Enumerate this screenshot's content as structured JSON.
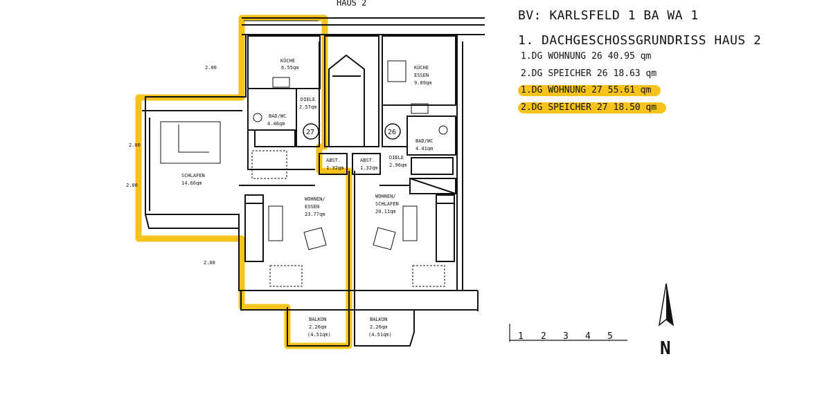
{
  "legend": {
    "project": "BV: KARLSFELD 1 BA WA 1",
    "subtitle": "1. DACHGESCHOSSGRUNDRISS HAUS 2",
    "rows": [
      {
        "level": "1.DG",
        "type": "WOHNUNG",
        "unit": "26",
        "area": "40.95 qm",
        "highlight": false
      },
      {
        "level": "2.DG",
        "type": "SPEICHER",
        "unit": "26",
        "area": "18.63 qm",
        "highlight": false
      },
      {
        "level": "1.DG",
        "type": "WOHNUNG",
        "unit": "27",
        "area": "55.61 qm",
        "highlight": true
      },
      {
        "level": "2.DG",
        "type": "SPEICHER",
        "unit": "27",
        "area": "18.50 qm",
        "highlight": true
      }
    ]
  },
  "plan": {
    "top_label": "HAUS 2",
    "dimensions": [
      "2.00",
      "2.00",
      "2.00",
      "2.00"
    ],
    "unit_markers": [
      "27",
      "26"
    ],
    "rooms": [
      {
        "name": "KÜCHE",
        "area": "6.55qm"
      },
      {
        "name": "DIELE",
        "area": "2.57qm"
      },
      {
        "name": "BAD/WC",
        "area": "4.46qm"
      },
      {
        "name": "SCHLAFEN",
        "area": "14.66qm"
      },
      {
        "name": "ABST.",
        "area": "1.32qm"
      },
      {
        "name": "ABST.",
        "area": "1.32qm"
      },
      {
        "name": "WOHNEN/",
        "name2": "ESSEN",
        "area": "23.77qm"
      },
      {
        "name": "KÜCHE",
        "name2": "ESSEN",
        "area": "9.89qm"
      },
      {
        "name": "BAD/WC",
        "area": "4.41qm"
      },
      {
        "name": "DIELE",
        "area": "2.96qm"
      },
      {
        "name": "WOHNEN/",
        "name2": "SCHLAFEN",
        "area": "20.11qm"
      },
      {
        "name": "BALKON",
        "area": "2.26qm",
        "area2": "(4.51qm)"
      },
      {
        "name": "BALKON",
        "area": "2.26qm",
        "area2": "(4.51qm)"
      }
    ],
    "scale_labels": [
      "1",
      "2",
      "3",
      "4",
      "5"
    ],
    "north_label": "N"
  },
  "colors": {
    "highlight": "#f7c31a",
    "line": "#111111"
  }
}
